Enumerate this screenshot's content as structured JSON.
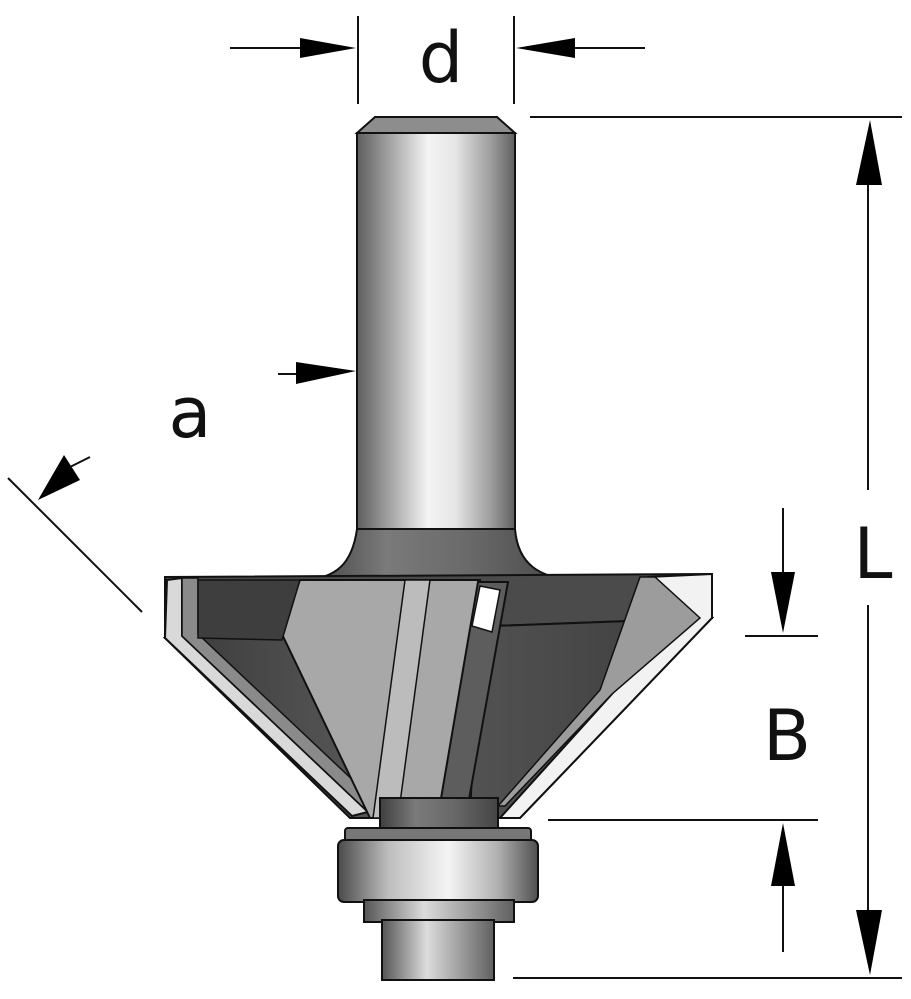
{
  "labels": {
    "shank_diameter": "d",
    "angle": "a",
    "overall_length": "L",
    "cutting_height": "B"
  },
  "colors": {
    "line": "#111111",
    "steel_light": "#eeeeee",
    "steel_mid": "#b8b8b8",
    "steel_dark": "#6a6a6a",
    "body_dark": "#505050",
    "carbide": "#a4a4a4"
  }
}
